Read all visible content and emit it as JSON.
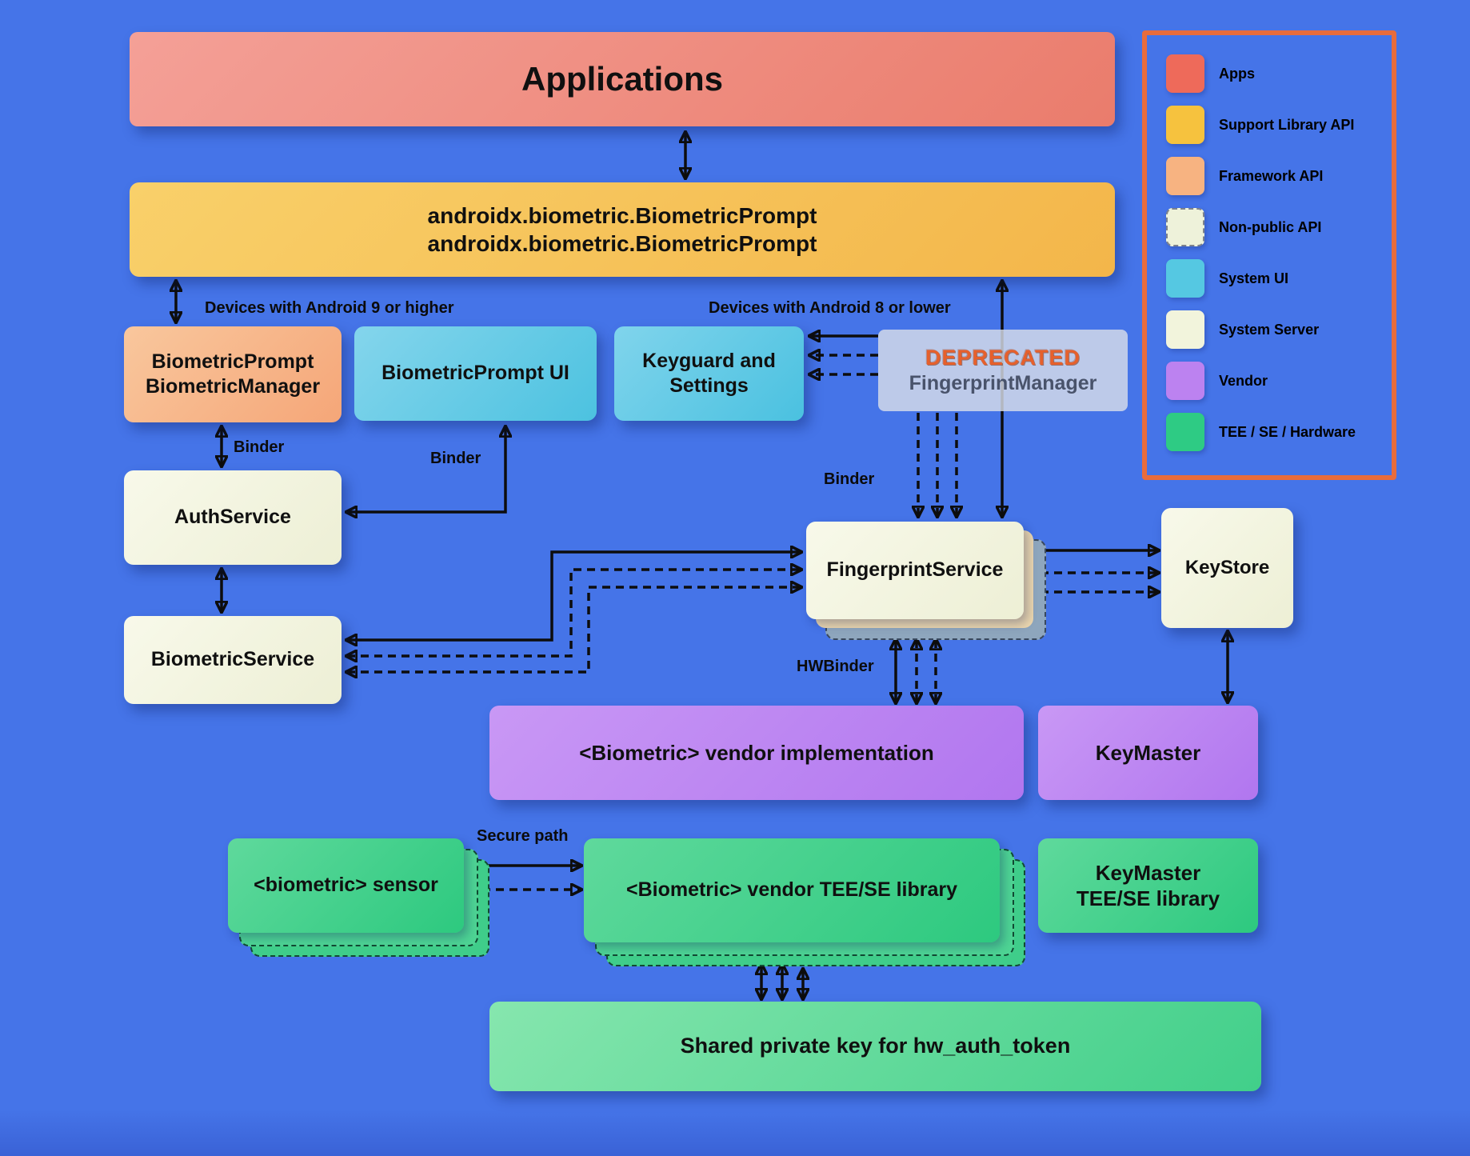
{
  "colors": {
    "background": "#4574e8",
    "legend_border": "#e86c3c"
  },
  "nodes": {
    "applications": {
      "label": "Applications"
    },
    "api_box": {
      "line1": "androidx.biometric.BiometricPrompt",
      "line2": "androidx.biometric.BiometricPrompt"
    },
    "biometric_prompt_manager": {
      "line1": "BiometricPrompt",
      "line2": "BiometricManager"
    },
    "biometric_prompt_ui": {
      "label": "BiometricPrompt UI"
    },
    "keyguard": {
      "line1": "Keyguard and",
      "line2": "Settings"
    },
    "deprecated": {
      "badge": "DEPRECATED",
      "label": "FingerprintManager"
    },
    "auth_service": {
      "label": "AuthService"
    },
    "biometric_service": {
      "label": "BiometricService"
    },
    "fingerprint_service": {
      "label": "FingerprintService"
    },
    "keystore": {
      "label": "KeyStore"
    },
    "vendor_impl": {
      "label": "<Biometric> vendor implementation"
    },
    "keymaster": {
      "label": "KeyMaster"
    },
    "sensor": {
      "label": "<biometric> sensor"
    },
    "vendor_tee": {
      "label": "<Biometric> vendor TEE/SE library"
    },
    "keymaster_tee": {
      "line1": "KeyMaster",
      "line2": "TEE/SE library"
    },
    "shared_key": {
      "label": "Shared private key for hw_auth_token"
    }
  },
  "annotations": {
    "android9": "Devices with Android 9 or higher",
    "android8": "Devices with Android 8 or lower",
    "binder_left": "Binder",
    "binder_center": "Binder",
    "binder_right": "Binder",
    "hwbinder": "HWBinder",
    "secure_path": "Secure path"
  },
  "legend": {
    "items": [
      {
        "label": "Apps",
        "color": "#ee6a5a"
      },
      {
        "label": "Support Library API",
        "color": "#f6c23e"
      },
      {
        "label": "Framework API",
        "color": "#f7b381"
      },
      {
        "label": "Non-public API",
        "color": "#eef2da"
      },
      {
        "label": "System UI",
        "color": "#55c8e2"
      },
      {
        "label": "System Server",
        "color": "#f2f4dc"
      },
      {
        "label": "Vendor",
        "color": "#bc82f0"
      },
      {
        "label": "TEE / SE / Hardware",
        "color": "#2ecb84"
      }
    ]
  }
}
